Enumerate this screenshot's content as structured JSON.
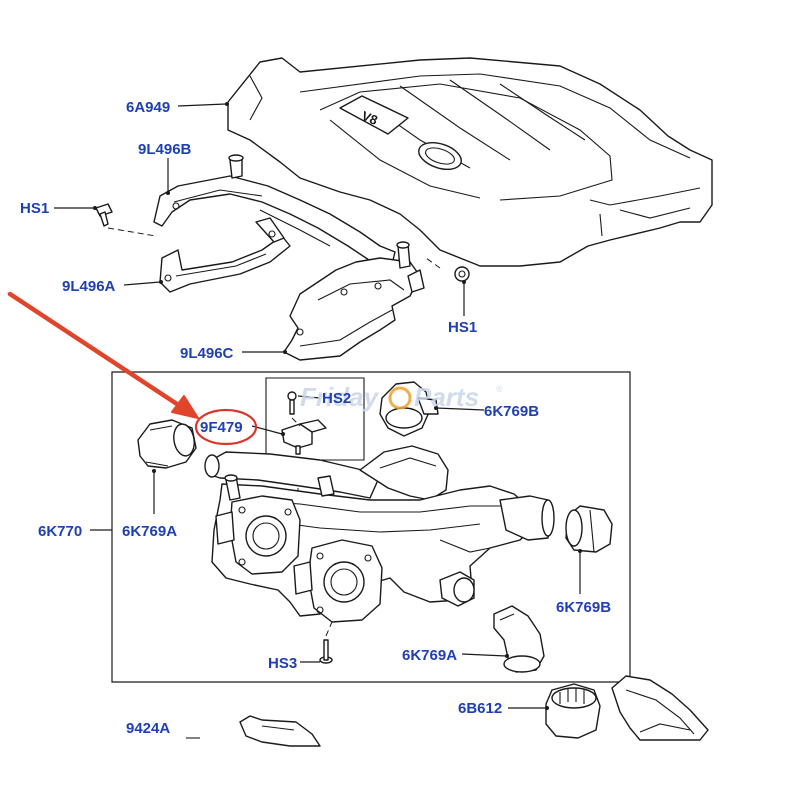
{
  "colors": {
    "label": "#1f3fb4",
    "arrow": "#e0452b",
    "highlight_circle": "#d9362b",
    "watermark": "#c8d6ea",
    "watermark_accent": "#f0a030",
    "line": "#1a1a1a"
  },
  "labels": {
    "l_6a949": "6A949",
    "l_9l496b": "9L496B",
    "l_hs1_left": "HS1",
    "l_9l496a": "9L496A",
    "l_hs1_right": "HS1",
    "l_9l496c": "9L496C",
    "l_9f479": "9F479",
    "l_hs2": "HS2",
    "l_6k769b_top": "6K769B",
    "l_6k770": "6K770",
    "l_6k769a_left": "6K769A",
    "l_6k769b_right": "6K769B",
    "l_hs3": "HS3",
    "l_6k769a_bottom": "6K769A",
    "l_6b612": "6B612",
    "l_9424a": "9424A"
  },
  "watermark": {
    "text_1": "Friday",
    "text_2": "Parts",
    "mark": "®"
  },
  "cover_badge": "V8"
}
